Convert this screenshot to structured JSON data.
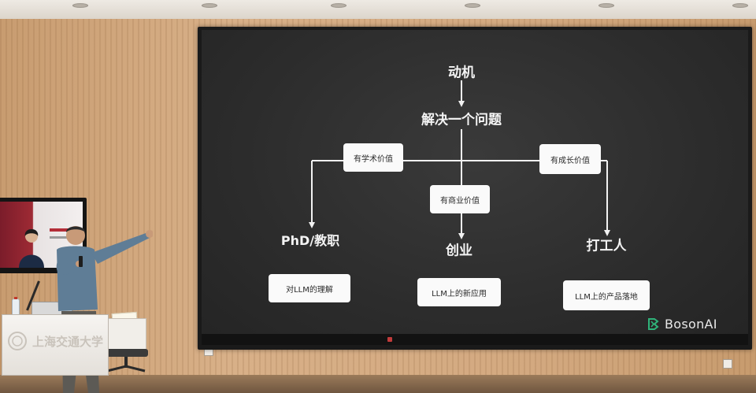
{
  "slide": {
    "root_label": "动机",
    "center_label": "解决一个问题",
    "branches": [
      {
        "tag": "有学术价值",
        "outcome": "PhD/教职",
        "note": "对LLM的理解"
      },
      {
        "tag": "有商业价值",
        "outcome": "创业",
        "note": "LLM上的新应用"
      },
      {
        "tag": "有成长价值",
        "outcome": "打工人",
        "note": "LLM上的产品落地"
      }
    ],
    "brand": "BosonAI",
    "colors": {
      "slide_background": "#2c2c2c",
      "line": "#f2f2f2",
      "text": "#f4f4f4",
      "box": "#fafafa",
      "box_text": "#2a2a2a",
      "brand_green": "#2fb37a"
    }
  },
  "room": {
    "side_monitor_icon": "presenter-video-icon",
    "podium_logo_text": "上海交通大学"
  }
}
